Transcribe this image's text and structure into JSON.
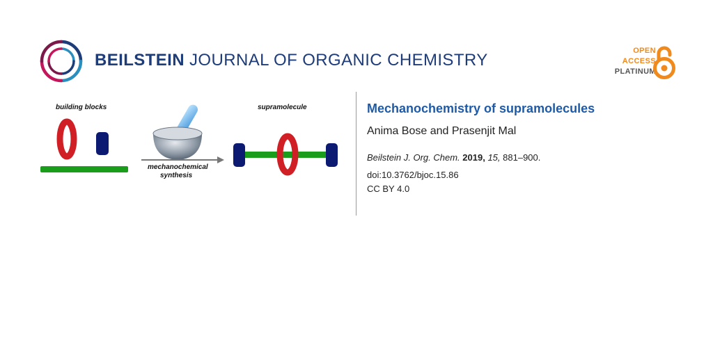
{
  "header": {
    "journal_bold": "BEILSTEIN",
    "journal_rest": "JOURNAL OF ORGANIC CHEMISTRY",
    "logo_icon": "beilstein-ring-logo-icon",
    "open_access": {
      "line1": "OPEN",
      "line2": "ACCESS",
      "line3": "PLATINUM",
      "icon": "open-lock-icon",
      "color": "#f08a1c"
    }
  },
  "graphic": {
    "label_building_blocks": "building blocks",
    "label_supramolecule": "supramolecule",
    "label_arrow_line1": "mechanochemical",
    "label_arrow_line2": "synthesis",
    "colors": {
      "ring": "#d11f26",
      "stopper": "#0c1a72",
      "axle": "#1a9d1a"
    }
  },
  "article": {
    "title": "Mechanochemistry of supramolecules",
    "authors": "Anima Bose and Prasenjit Mal",
    "journal_abbrev": "Beilstein J. Org. Chem.",
    "year": "2019,",
    "volume": "15,",
    "pages": "881–900.",
    "doi": "doi:10.3762/bjoc.15.86",
    "license": "CC BY 4.0"
  }
}
